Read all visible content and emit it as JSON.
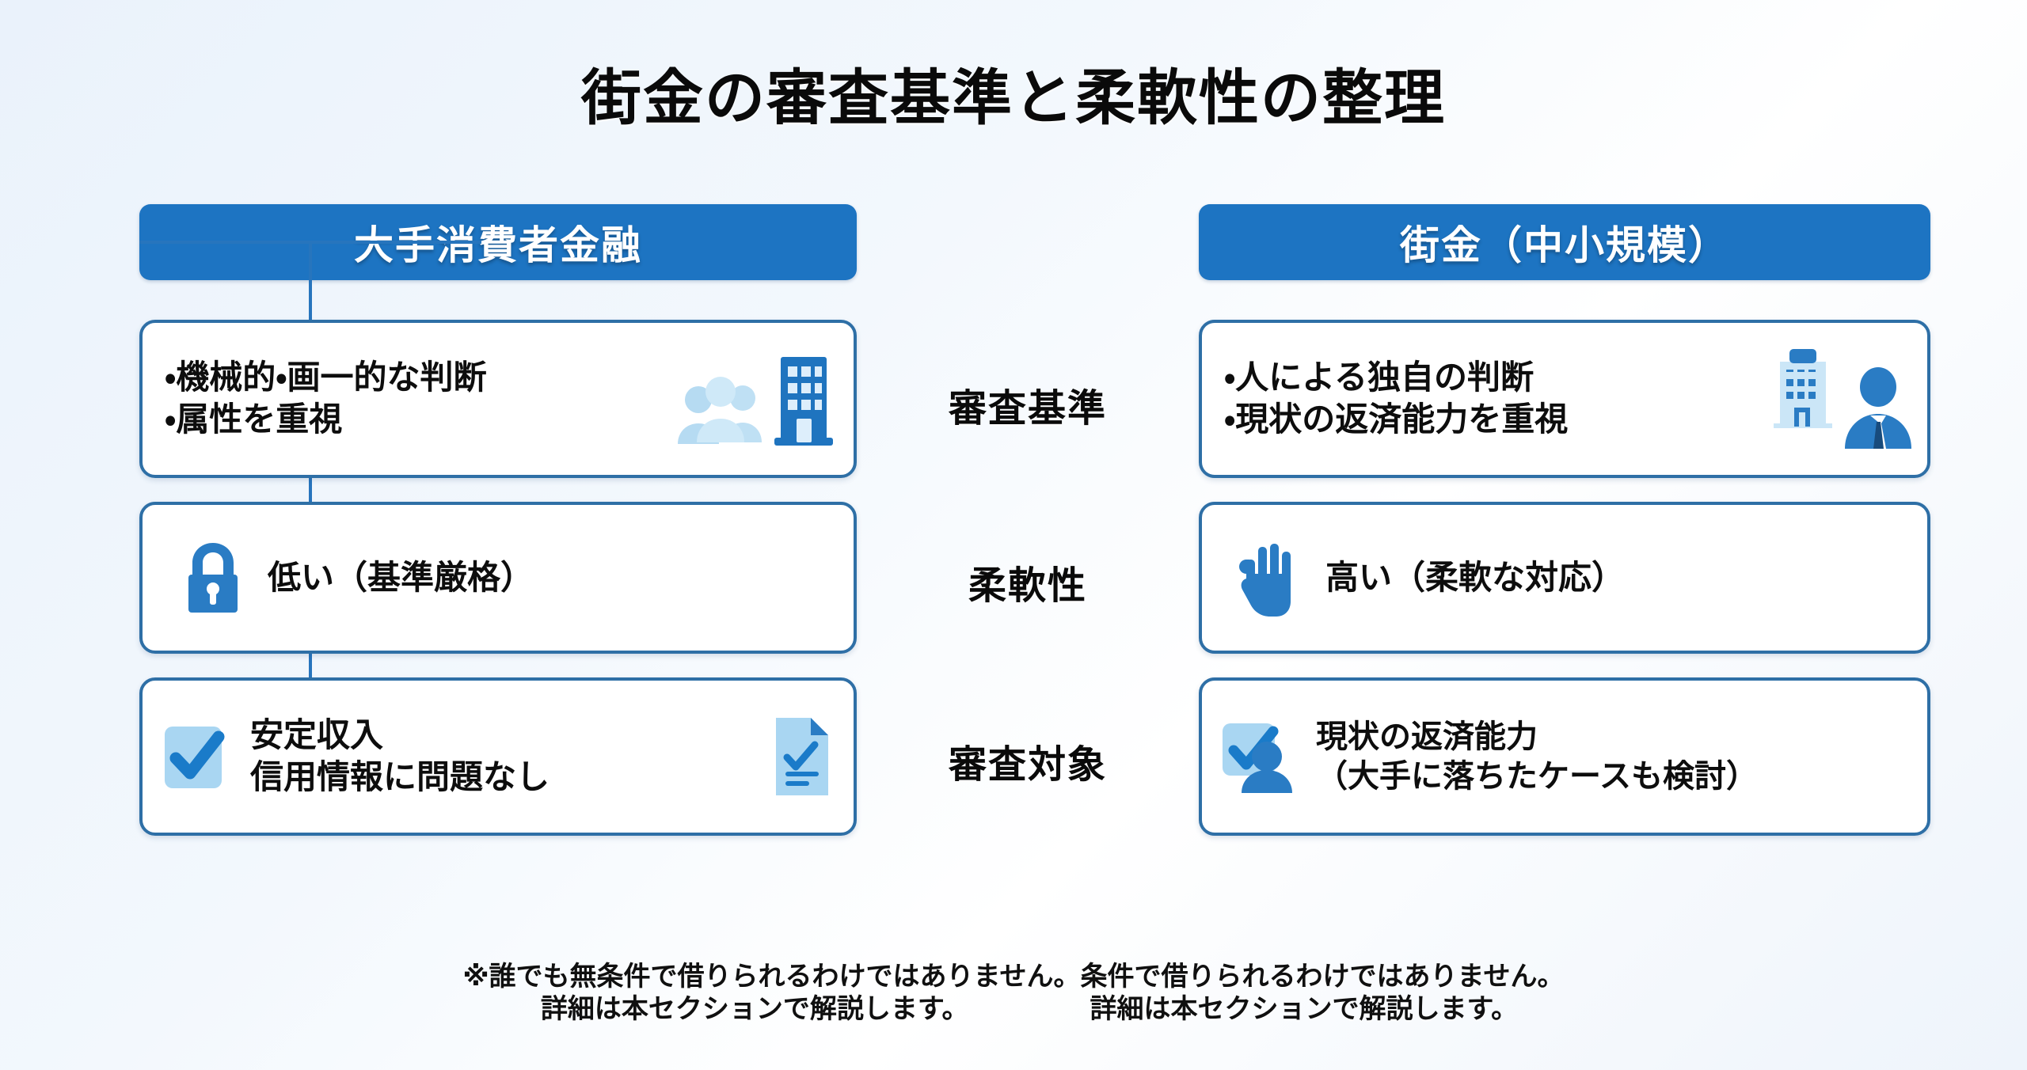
{
  "page": {
    "title": "街金の審査基準と柔軟性の整理",
    "accent_blue": "#1d74c2",
    "card_border": "#2e6fa6",
    "connector_blue": "#2775bd",
    "icon_light_blue": "#a9d4ef",
    "background": "#eef4fb"
  },
  "columns": {
    "left_header": "大手消費者金融",
    "right_header": "街金（中小規模）"
  },
  "rows": [
    {
      "center_label": "審査基準",
      "left": {
        "lines": [
          "・機械的・画一的な判断",
          "・属性を重視"
        ],
        "icons": [
          "people-group-icon",
          "office-building-icon"
        ]
      },
      "right": {
        "lines": [
          "・人による独自の判断",
          "・現状の返済能力を重視"
        ],
        "icons": [
          "office-building-light-icon",
          "businessperson-icon"
        ]
      }
    },
    {
      "center_label": "柔軟性",
      "left": {
        "lines": [
          "低い（基準厳格）"
        ],
        "icons": [
          "lock-icon"
        ]
      },
      "right": {
        "lines": [
          "高い（柔軟な対応）"
        ],
        "icons": [
          "raised-hand-icon"
        ]
      }
    },
    {
      "center_label": "審査対象",
      "left": {
        "lines": [
          "安定収入",
          "信用情報に問題なし"
        ],
        "icons": [
          "check-box-icon",
          "document-check-icon"
        ]
      },
      "right": {
        "lines": [
          "現状の返済能力",
          "（大手に落ちたケースも検討）"
        ],
        "icons": [
          "check-person-icon"
        ]
      }
    }
  ],
  "footnote": {
    "line1": "※誰でも無条件で借りられるわけではありません。条件で借りられるわけではありません。",
    "line2": "詳細は本セクションで解説します。　　　　　詳細は本セクションで解説します。"
  }
}
